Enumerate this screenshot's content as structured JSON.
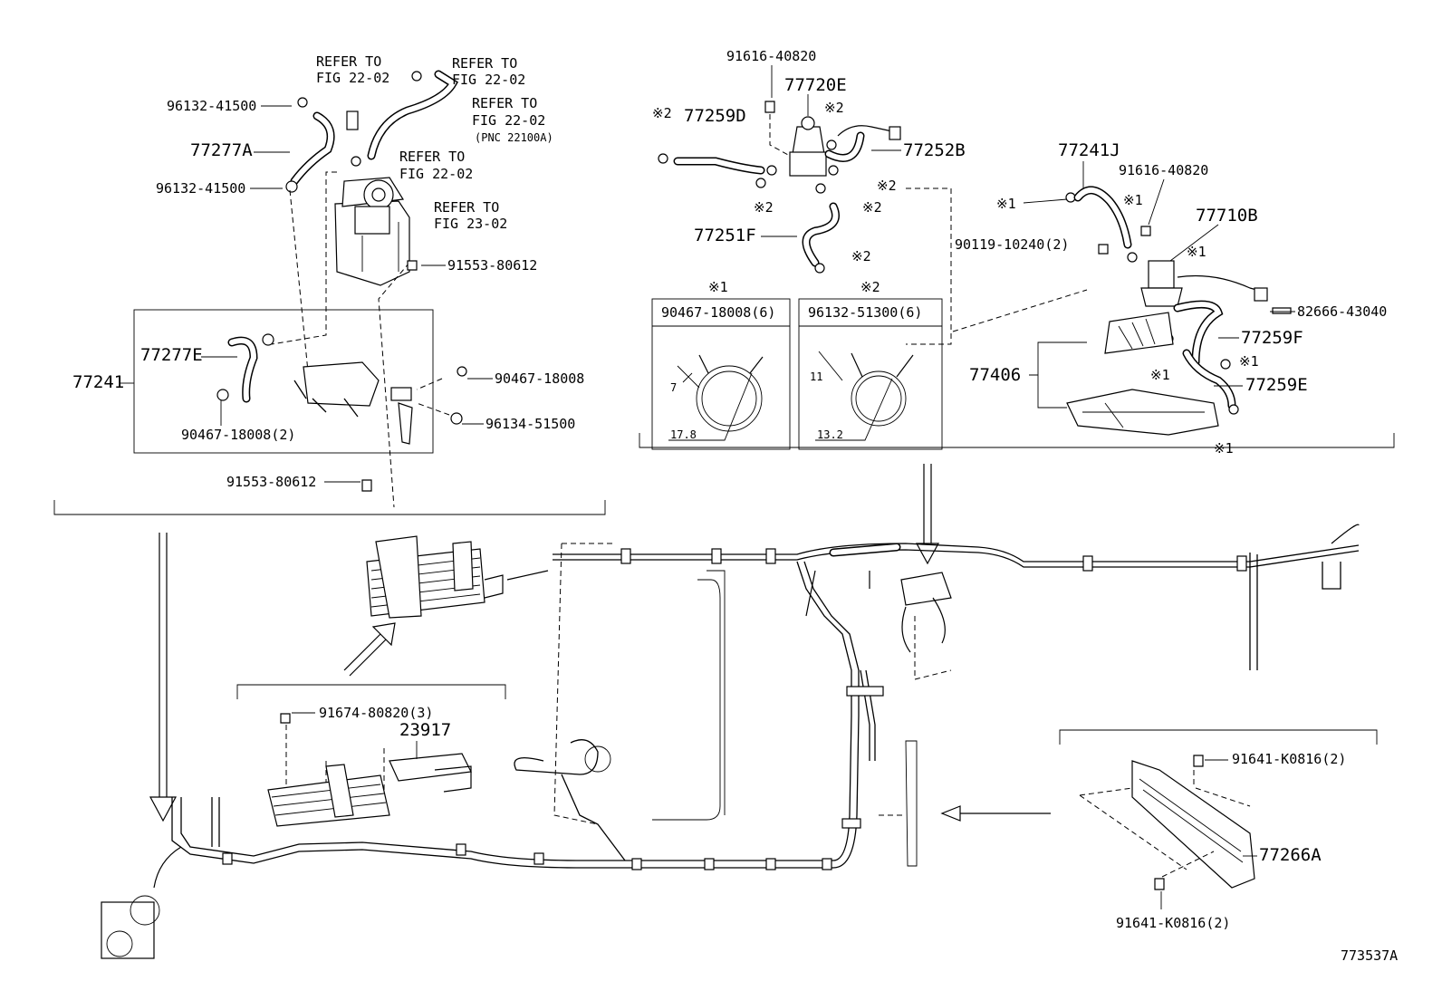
{
  "diagram_id": "773537A",
  "labels": {
    "refer_a_1": "REFER TO",
    "refer_a_2": "FIG 22-02",
    "refer_b_1": "REFER TO",
    "refer_b_2": "FIG 22-02",
    "refer_c_1": "REFER TO",
    "refer_c_2": "FIG 22-02",
    "refer_c_3": "(PNC 22100A)",
    "refer_d_1": "REFER TO",
    "refer_d_2": "FIG 22-02",
    "refer_e_1": "REFER TO",
    "refer_e_2": "FIG 23-02",
    "p_96132_41500_a": "96132-41500",
    "p_77277A": "77277A",
    "p_96132_41500_b": "96132-41500",
    "p_91553_80612_a": "91553-80612",
    "p_77277E": "77277E",
    "p_77241": "77241",
    "p_90467_18008_2": "90467-18008(2)",
    "p_90467_18008": "90467-18008",
    "p_96134_51500": "96134-51500",
    "p_91553_80612_b": "91553-80612",
    "p_91616_40820_a": "91616-40820",
    "p_77720E": "77720E",
    "p_77259D": "77259D",
    "p_77252B": "77252B",
    "p_77251F": "77251F",
    "mark_x2": "※2",
    "mark_x1": "※1",
    "p_77241J": "77241J",
    "p_91616_40820_b": "91616-40820",
    "p_77710B": "77710B",
    "p_90119_10240_2": "90119-10240(2)",
    "p_82666_43040": "82666-43040",
    "p_77259F": "77259F",
    "p_77406": "77406",
    "p_77259E": "77259E",
    "clamp1_title": "90467-18008(6)",
    "clamp1_dim_a": "7",
    "clamp1_dim_b": "17.8",
    "clamp2_title": "96132-51300(6)",
    "clamp2_dim_a": "11",
    "clamp2_dim_b": "13.2",
    "p_91674_80820_3": "91674-80820(3)",
    "p_23917": "23917",
    "p_91641_K0816_2_a": "91641-K0816(2)",
    "p_77266A": "77266A",
    "p_91641_K0816_2_b": "91641-K0816(2)"
  }
}
